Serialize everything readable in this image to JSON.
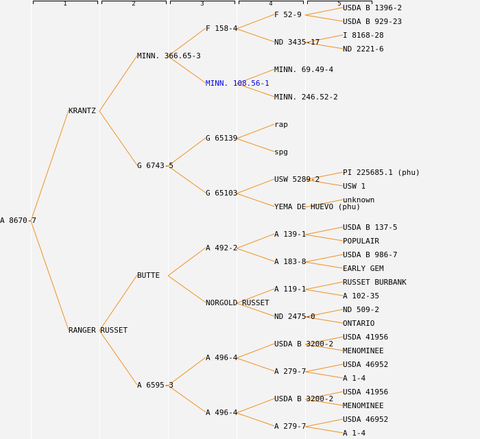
{
  "colors": {
    "line": "#f0901e",
    "background": "#f3f3f3",
    "gridline": "#ffffff",
    "highlight": "#0000dd"
  },
  "generations": [
    "1",
    "2",
    "3",
    "4",
    "5"
  ],
  "tree": {
    "name": "A 8670-7",
    "children": [
      {
        "name": "KRANTZ",
        "children": [
          {
            "name": "MINN. 366.65-3",
            "children": [
              {
                "name": "F 158-4",
                "children": [
                  {
                    "name": "F 52-9",
                    "children": [
                      {
                        "name": "USDA B 1396-2"
                      },
                      {
                        "name": "USDA B 929-23"
                      }
                    ]
                  },
                  {
                    "name": "ND 3435-17",
                    "children": [
                      {
                        "name": "I 8168-28"
                      },
                      {
                        "name": "ND 2221-6"
                      }
                    ]
                  }
                ]
              },
              {
                "name": "MINN. 108.56-1",
                "highlight": true,
                "children": [
                  {
                    "name": "MINN. 69.49-4"
                  },
                  {
                    "name": "MINN. 246.52-2"
                  }
                ]
              }
            ]
          },
          {
            "name": "G 6743-5",
            "children": [
              {
                "name": "G 65139",
                "children": [
                  {
                    "name": "rap"
                  },
                  {
                    "name": "spg"
                  }
                ]
              },
              {
                "name": "G 65103",
                "children": [
                  {
                    "name": "USW 5289-2",
                    "children": [
                      {
                        "name": "PI 225685.1 (phu)"
                      },
                      {
                        "name": "USW 1"
                      }
                    ]
                  },
                  {
                    "name": "YEMA DE HUEVO (phu)",
                    "children": [
                      {
                        "name": "unknown"
                      }
                    ]
                  }
                ]
              }
            ]
          }
        ]
      },
      {
        "name": "RANGER RUSSET",
        "children": [
          {
            "name": "BUTTE",
            "children": [
              {
                "name": "A 492-2",
                "children": [
                  {
                    "name": "A 139-1",
                    "children": [
                      {
                        "name": "USDA B 137-5"
                      },
                      {
                        "name": "POPULAIR"
                      }
                    ]
                  },
                  {
                    "name": "A 183-8",
                    "children": [
                      {
                        "name": "USDA B 986-7"
                      },
                      {
                        "name": "EARLY GEM"
                      }
                    ]
                  }
                ]
              },
              {
                "name": "NORGOLD RUSSET",
                "children": [
                  {
                    "name": "A 119-1",
                    "children": [
                      {
                        "name": "RUSSET BURBANK"
                      },
                      {
                        "name": "A 102-35"
                      }
                    ]
                  },
                  {
                    "name": "ND 2475-0",
                    "children": [
                      {
                        "name": "ND 509-2"
                      },
                      {
                        "name": "ONTARIO"
                      }
                    ]
                  }
                ]
              }
            ]
          },
          {
            "name": "A 6595-3",
            "children": [
              {
                "name": "A 496-4",
                "children": [
                  {
                    "name": "USDA B 3200-2",
                    "children": [
                      {
                        "name": "USDA 41956"
                      },
                      {
                        "name": "MENOMINEE"
                      }
                    ]
                  },
                  {
                    "name": "A 279-7",
                    "children": [
                      {
                        "name": "USDA 46952"
                      },
                      {
                        "name": "A 1-4"
                      }
                    ]
                  }
                ]
              },
              {
                "name": "A 496-4",
                "children": [
                  {
                    "name": "USDA B 3200-2",
                    "children": [
                      {
                        "name": "USDA 41956"
                      },
                      {
                        "name": "MENOMINEE"
                      }
                    ]
                  },
                  {
                    "name": "A 279-7",
                    "children": [
                      {
                        "name": "USDA 46952"
                      },
                      {
                        "name": "A 1-4"
                      }
                    ]
                  }
                ]
              }
            ]
          }
        ]
      }
    ]
  }
}
